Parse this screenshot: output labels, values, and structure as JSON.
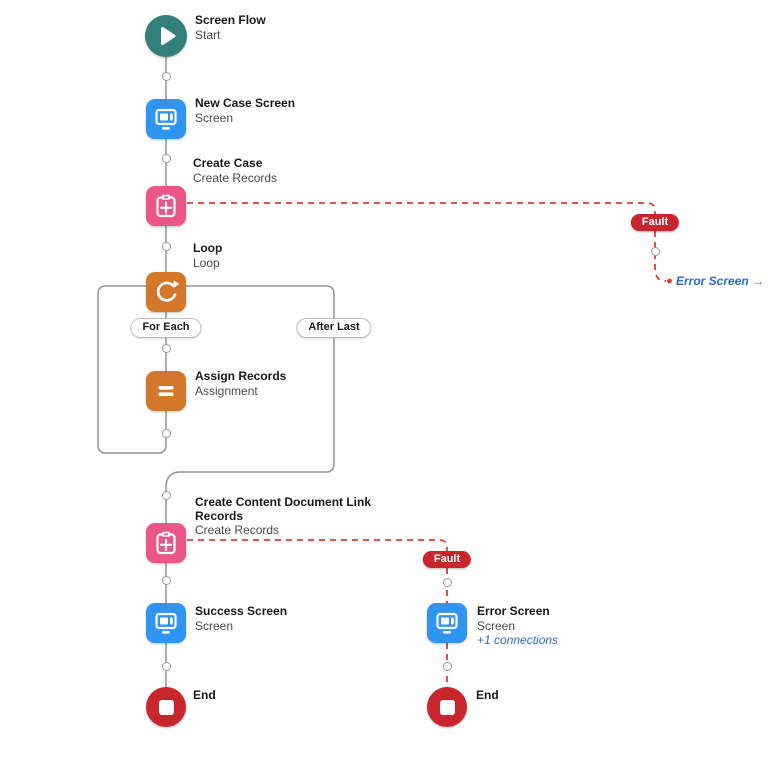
{
  "colors": {
    "teal": "#31807A",
    "screen_blue": "#2E95F3",
    "data_pink": "#EB5688",
    "logic_orange": "#D3772B",
    "end_red": "#C9252C",
    "fault_red": "#E23B36",
    "link_blue": "#2B6BD4",
    "wire_gray": "#949494",
    "title_text": "#181818",
    "sub_text": "#4B4B4B"
  },
  "nodes": {
    "start": {
      "title": "Screen Flow",
      "subtitle": "Start"
    },
    "new_case_screen": {
      "title": "New Case Screen",
      "subtitle": "Screen"
    },
    "create_case": {
      "title": "Create Case",
      "subtitle": "Create Records"
    },
    "loop": {
      "title": "Loop",
      "subtitle": "Loop"
    },
    "assign_records": {
      "title": "Assign Records",
      "subtitle": "Assignment"
    },
    "create_cdl": {
      "title": "Create Content Document Link Records",
      "subtitle": "Create Records"
    },
    "success_screen": {
      "title": "Success Screen",
      "subtitle": "Screen"
    },
    "error_screen": {
      "title": "Error Screen",
      "subtitle": "Screen",
      "connections": "+1 connections"
    },
    "end_left": {
      "title": "End"
    },
    "end_right": {
      "title": "End"
    }
  },
  "connectors": {
    "for_each": "For Each",
    "after_last": "After Last",
    "fault_create_case": "Fault",
    "fault_create_cdl": "Fault",
    "goto_error_screen": "Error Screen →"
  }
}
